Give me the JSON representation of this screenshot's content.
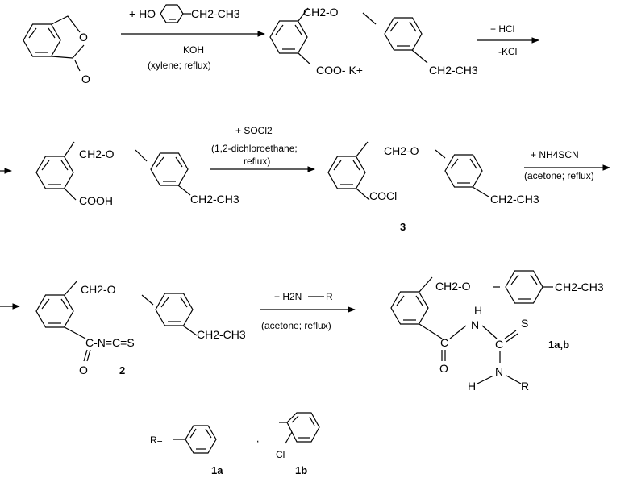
{
  "step1": {
    "reagent_prefix": "+ HO",
    "reagent_suffix": "CH2-CH3",
    "condition_1": "KOH",
    "condition_2": "(xylene; reflux)",
    "ring_oxygen": "O",
    "carbonyl_oxygen": "O"
  },
  "product1": {
    "ch2o": "CH2-O",
    "carboxylate": "COO- K+",
    "ethyl": "CH2-CH3"
  },
  "step2": {
    "reagent": "+ HCl",
    "byproduct": "-KCl"
  },
  "acid": {
    "ch2o": "CH2-O",
    "group": "COOH",
    "ethyl": "CH2-CH3"
  },
  "step3": {
    "reagent": "+ SOCl2",
    "condition_1": "(1,2-dichloroethane;",
    "condition_2": "reflux)"
  },
  "compound3": {
    "ch2o": "CH2-O",
    "group": "COCl",
    "ethyl": "CH2-CH3",
    "number": "3"
  },
  "step4": {
    "reagent": "+ NH4SCN",
    "condition": "(acetone; reflux)"
  },
  "compound2": {
    "ch2o": "CH2-O",
    "isothiocyanate": "C-N=C=S",
    "oxygen": "O",
    "ethyl": "CH2-CH3",
    "number": "2"
  },
  "step5": {
    "reagent_prefix": "+ H2N",
    "reagent_suffix": "R",
    "condition": "(acetone; reflux)"
  },
  "final_product": {
    "ch2o": "CH2-O",
    "ethyl": "CH2-CH3",
    "nh_h": "H",
    "n1": "N",
    "c_carbonyl": "C",
    "c_thio": "C",
    "sulfur": "S",
    "oxygen": "O",
    "n2": "N",
    "h2": "H",
    "r": "R",
    "number": "1a,b"
  },
  "substituents": {
    "r_label": "R=",
    "separator": ",",
    "chloro": "Cl",
    "label_a": "1a",
    "label_b": "1b"
  }
}
